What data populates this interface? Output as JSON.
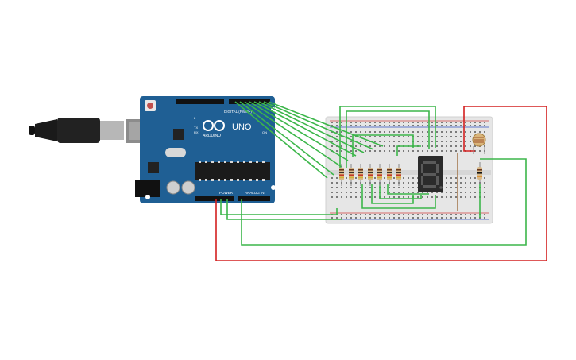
{
  "board": {
    "name": "UNO",
    "brand": "ARDUINO",
    "digital_label": "DIGITAL (PWM~)",
    "power_label": "POWER",
    "analog_label": "ANALOG IN",
    "tx_label": "TX",
    "rx_label": "RX",
    "l_label": "L",
    "on_label": "ON"
  },
  "display": {
    "digit": "8"
  },
  "colors": {
    "board": "#1f5f94",
    "wire_green": "#3cb64a",
    "wire_red": "#d42020",
    "breadboard": "#e6e6e6",
    "resistor": "#d7b98a"
  }
}
